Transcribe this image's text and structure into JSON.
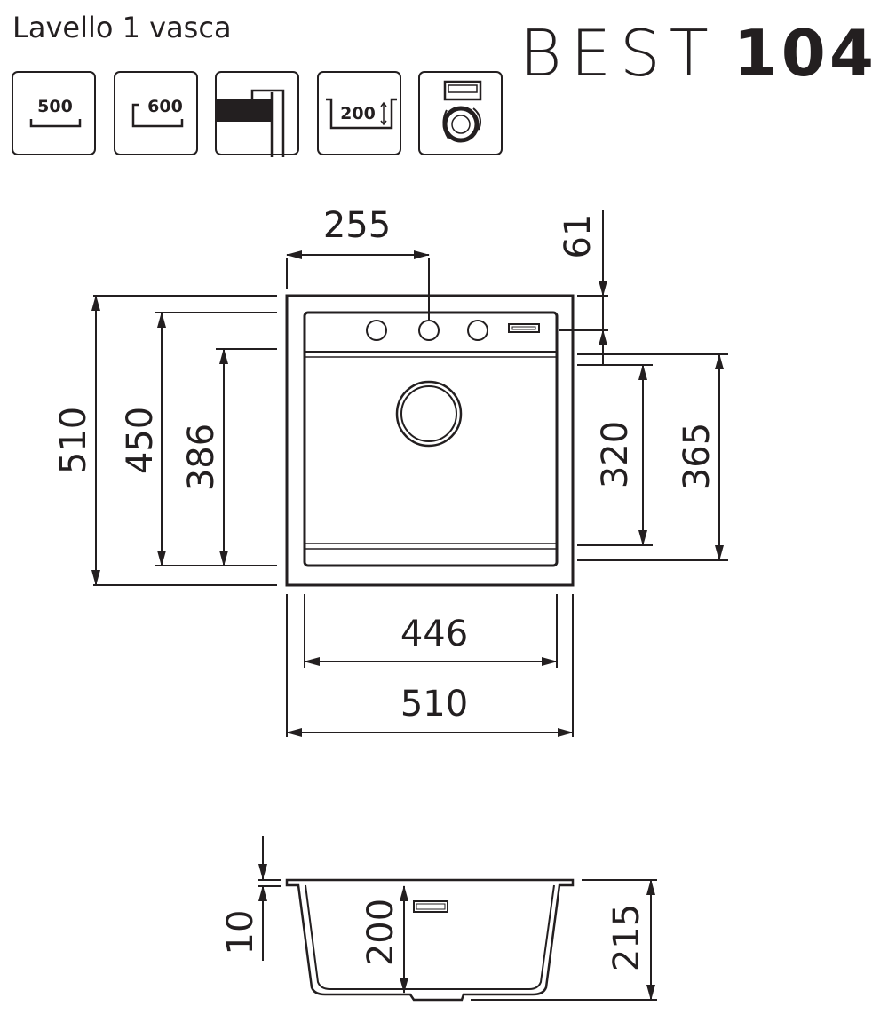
{
  "header": {
    "subtitle": "Lavello 1 vasca",
    "model_prefix": "BEST",
    "model_number": "104"
  },
  "feature_icons": [
    {
      "name": "min-cabinet-500-icon",
      "label": "500"
    },
    {
      "name": "cabinet-600-icon",
      "label": "600"
    },
    {
      "name": "inset-mount-icon",
      "label": ""
    },
    {
      "name": "bowl-depth-200-icon",
      "label": "200"
    },
    {
      "name": "drain-accessory-icon",
      "label": ""
    }
  ],
  "top_view": {
    "dim_255": "255",
    "dim_61": "61",
    "dim_510_height": "510",
    "dim_450": "450",
    "dim_386": "386",
    "dim_320": "320",
    "dim_365": "365",
    "dim_446": "446",
    "dim_510_width": "510"
  },
  "section_view": {
    "dim_10": "10",
    "dim_200": "200",
    "dim_215": "215"
  }
}
